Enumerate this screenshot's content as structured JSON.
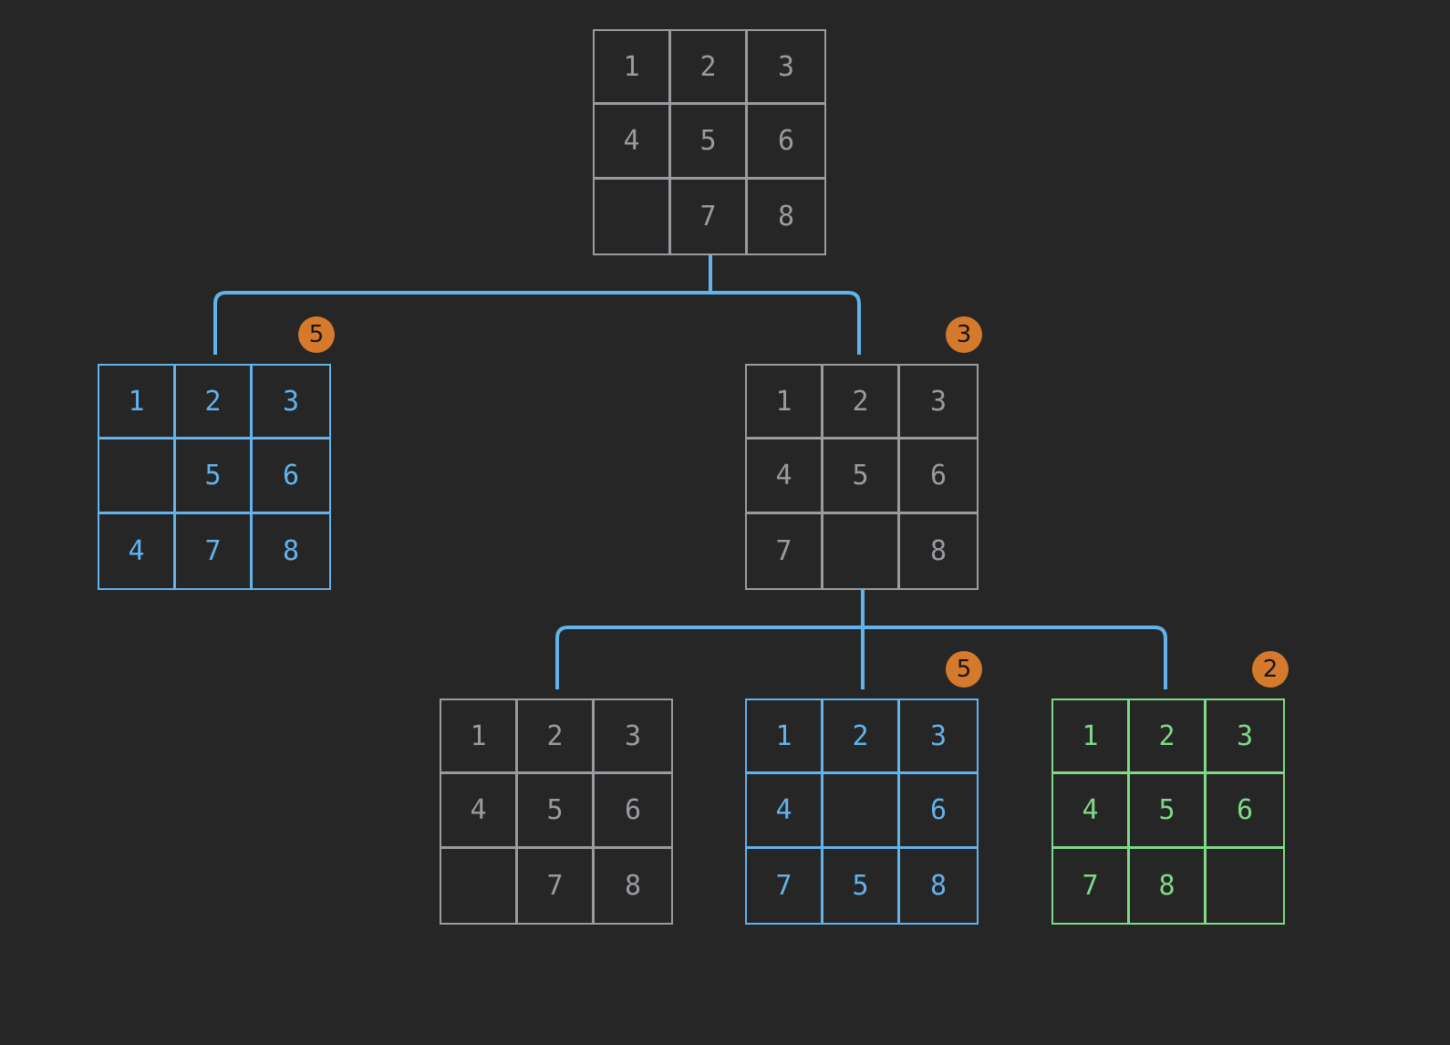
{
  "colors": {
    "background": "#262626",
    "neutral": "#9A9BA0",
    "expanded": "#62B2EC",
    "goal": "#7ED987",
    "connector": "#62B2EC",
    "badge": "#D57A2D"
  },
  "nodes": [
    {
      "id": "root",
      "state": "neutral",
      "cells": [
        [
          "1",
          "2",
          "3"
        ],
        [
          "4",
          "5",
          "6"
        ],
        [
          "",
          "7",
          "8"
        ]
      ],
      "badge": ""
    },
    {
      "id": "child-left",
      "state": "expanded",
      "cells": [
        [
          "1",
          "2",
          "3"
        ],
        [
          "",
          "5",
          "6"
        ],
        [
          "4",
          "7",
          "8"
        ]
      ],
      "badge": "5"
    },
    {
      "id": "child-right",
      "state": "neutral",
      "cells": [
        [
          "1",
          "2",
          "3"
        ],
        [
          "4",
          "5",
          "6"
        ],
        [
          "7",
          "",
          "8"
        ]
      ],
      "badge": "3"
    },
    {
      "id": "grandchild-left",
      "state": "neutral",
      "cells": [
        [
          "1",
          "2",
          "3"
        ],
        [
          "4",
          "5",
          "6"
        ],
        [
          "",
          "7",
          "8"
        ]
      ],
      "badge": ""
    },
    {
      "id": "grandchild-middle",
      "state": "expanded",
      "cells": [
        [
          "1",
          "2",
          "3"
        ],
        [
          "4",
          "",
          "6"
        ],
        [
          "7",
          "5",
          "8"
        ]
      ],
      "badge": "5"
    },
    {
      "id": "grandchild-right",
      "state": "goal",
      "cells": [
        [
          "1",
          "2",
          "3"
        ],
        [
          "4",
          "5",
          "6"
        ],
        [
          "7",
          "8",
          ""
        ]
      ],
      "badge": "2"
    }
  ]
}
